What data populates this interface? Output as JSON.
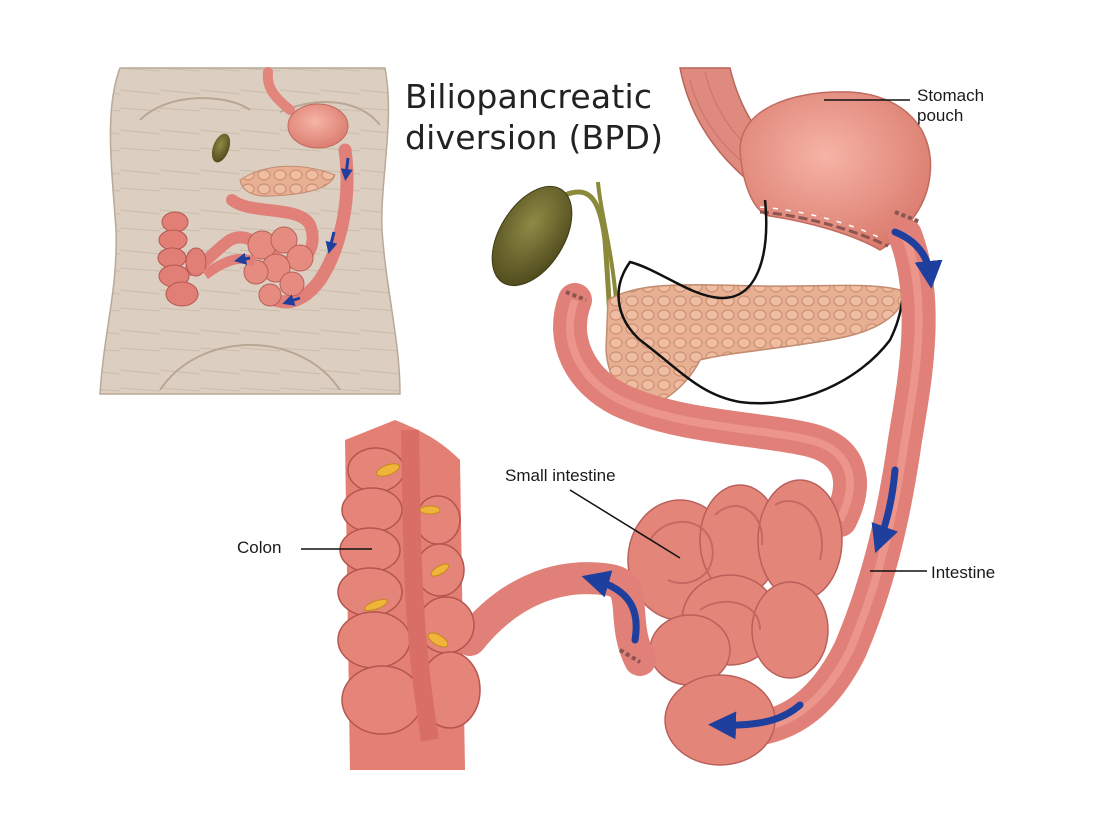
{
  "title": {
    "line1": "Biliopancreatic",
    "line2": "diversion (BPD)"
  },
  "labels": {
    "stomach_line1": "Stomach",
    "stomach_line2": "pouch",
    "small_intestine": "Small intestine",
    "colon": "Colon",
    "intestine": "Intestine"
  },
  "colors": {
    "intestine": "#e08078",
    "intestine_shadow": "#b85852",
    "stomach": "#ec9a8a",
    "pancreas": "#e7ae90",
    "gallbladder": "#6f6a2c",
    "skin": "#d9ccbd",
    "arrow": "#1e3f9e"
  }
}
